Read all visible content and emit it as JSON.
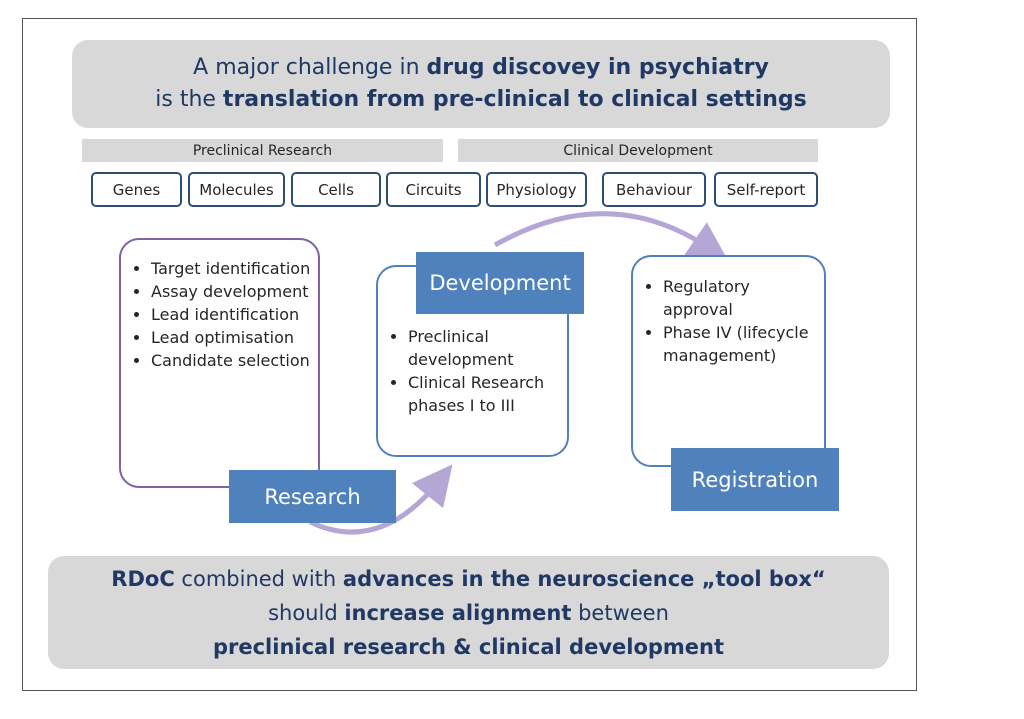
{
  "top_banner": {
    "line1_pre": "A major challenge in ",
    "line1_bold": "drug discovey in psychiatry",
    "line2_pre": "is the ",
    "line2_bold": "translation from pre-clinical to clinical settings"
  },
  "phase_bars": {
    "preclinical": "Preclinical Research",
    "clinical": "Clinical Development"
  },
  "chips": [
    "Genes",
    "Molecules",
    "Cells",
    "Circuits",
    "Physiology",
    "Behaviour",
    "Self-report"
  ],
  "research": {
    "label": "Research",
    "items": [
      "Target identification",
      "Assay development",
      "Lead identification",
      "Lead optimisation",
      "Candidate selection"
    ]
  },
  "development": {
    "label": "Development",
    "items": [
      "Preclinical development",
      "Clinical Research phases I to III"
    ]
  },
  "registration": {
    "label": "Registration",
    "items": [
      "Regulatory approval",
      "Phase IV (lifecycle management)"
    ]
  },
  "bottom_banner": {
    "l1_b1": "RDoC",
    "l1_t1": " combined with ",
    "l1_b2": "advances in the neuroscience „tool box“",
    "l2_t1": "should ",
    "l2_b1": "increase alignment",
    "l2_t2": " between",
    "l3_b1": "preclinical research & clinical development"
  },
  "colors": {
    "stage_fill": "#4f81bd",
    "arrow": "#b4a7d6",
    "research_border": "#8064a2",
    "panel_border": "#4f81bd",
    "banner_text": "#1f3864"
  }
}
